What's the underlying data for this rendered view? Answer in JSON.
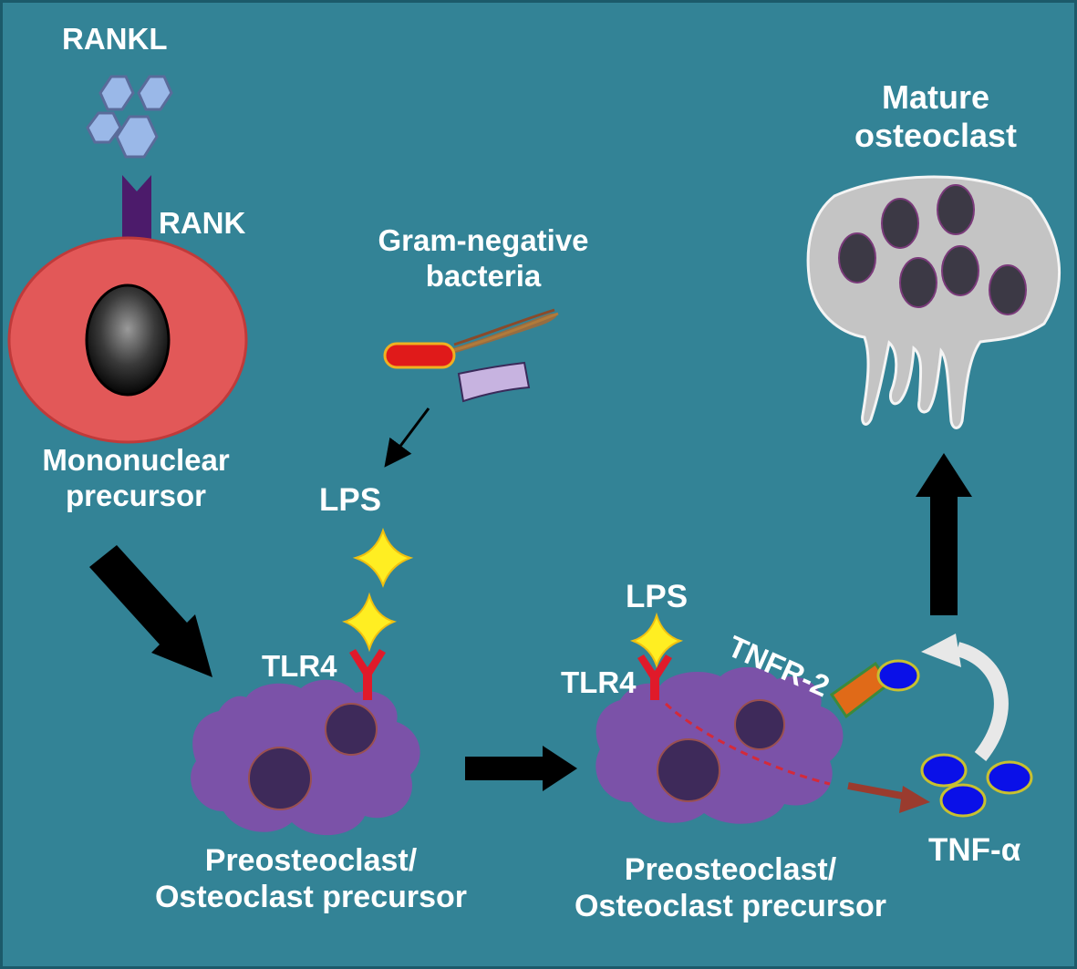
{
  "labels": {
    "rankl": "RANKL",
    "rank": "RANK",
    "mononuclear_line1": "Mononuclear",
    "mononuclear_line2": "precursor",
    "gram_line1": "Gram-negative",
    "gram_line2": "bacteria",
    "lps_top": "LPS",
    "tlr4_left": "TLR4",
    "pre_left_line1": "Preosteoclast/",
    "pre_left_line2": "Osteoclast precursor",
    "lps_right": "LPS",
    "tlr4_right": "TLR4",
    "tnfr2": "TNFR-2",
    "tnf_alpha": "TNF-α",
    "pre_right_line1": "Preosteoclast/",
    "pre_right_line2": "Osteoclast precursor",
    "mature_line1": "Mature",
    "mature_line2": "osteoclast"
  },
  "colors": {
    "background": "#338396",
    "border": "#1c5a6a",
    "text": "#ffffff",
    "mononuclear_cell": "#e25858",
    "nucleus_dark": "#111111",
    "rank_receptor": "#4c1b6b",
    "rankl_hex": "#9ab8e8",
    "bacterium_red": "#e01a1a",
    "bacterium_lilac": "#c7b3e0",
    "lps_star": "#ffee22",
    "tlr4": "#e01a2a",
    "preosteoclast": "#7b52a8",
    "preosteoclast_nucleus": "#3e2a5a",
    "tnfr2_stalk": "#e06a18",
    "tnf_alpha": "#0a10e8",
    "mature_osteoclast": "#c4c4c4",
    "mature_nucleus": "#3c3945",
    "arrow_black": "#000000",
    "arrow_brown": "#9a3b2e",
    "arrow_white": "#e8e8e8"
  }
}
